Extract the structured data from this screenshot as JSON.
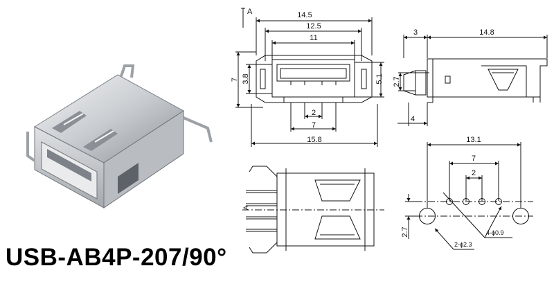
{
  "title": "USB-AB4P-207/90°",
  "front_view": {
    "datum": "A",
    "dims": {
      "w_14_5": "14.5",
      "w_12_5": "12.5",
      "w_11": "11",
      "h_7": "7",
      "h_3_8": "3.8",
      "h_5_1": "5.1",
      "p_2": "2",
      "p_7": "7",
      "w_15_8": "15.8"
    }
  },
  "side_view": {
    "dims": {
      "d_3": "3",
      "d_14_8": "14.8",
      "d_2_7": "2.7",
      "d_4": "4"
    }
  },
  "bottom_view": {
    "datum": "A"
  },
  "pcb_footprint": {
    "dims": {
      "d_13_1": "13.1",
      "d_7": "7",
      "d_2": "2",
      "d_2_7": "2.7",
      "hole_large": "2-ϕ2.3",
      "hole_small": "4-ϕ0.9"
    }
  },
  "colors": {
    "line": "#111111",
    "metal_light": "#e4e6e8",
    "metal_mid": "#b8bcc1",
    "metal_dark": "#6f757b"
  }
}
